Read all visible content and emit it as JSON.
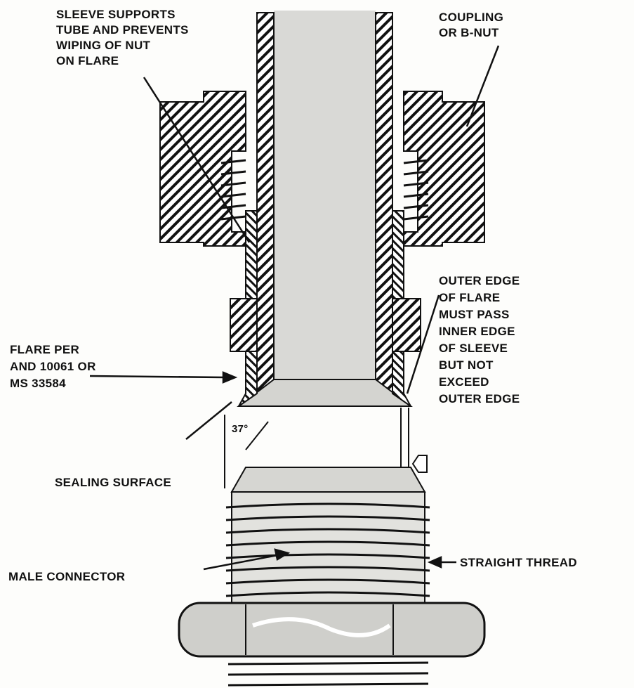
{
  "labels": {
    "sleeve": "SLEEVE SUPPORTS\nTUBE AND PREVENTS\nWIPING OF NUT\nON FLARE",
    "coupling": "COUPLING\nOR B-NUT",
    "outer_edge": "OUTER EDGE\nOF FLARE\nMUST PASS\nINNER EDGE\nOF SLEEVE\nBUT NOT\nEXCEED\nOUTER EDGE",
    "flare_spec": "FLARE PER\nAND 10061 OR\nMS 33584",
    "angle": "37°",
    "sealing_surface": "SEALING SURFACE",
    "male_connector": "MALE CONNECTOR",
    "straight_thread": "STRAIGHT THREAD"
  }
}
